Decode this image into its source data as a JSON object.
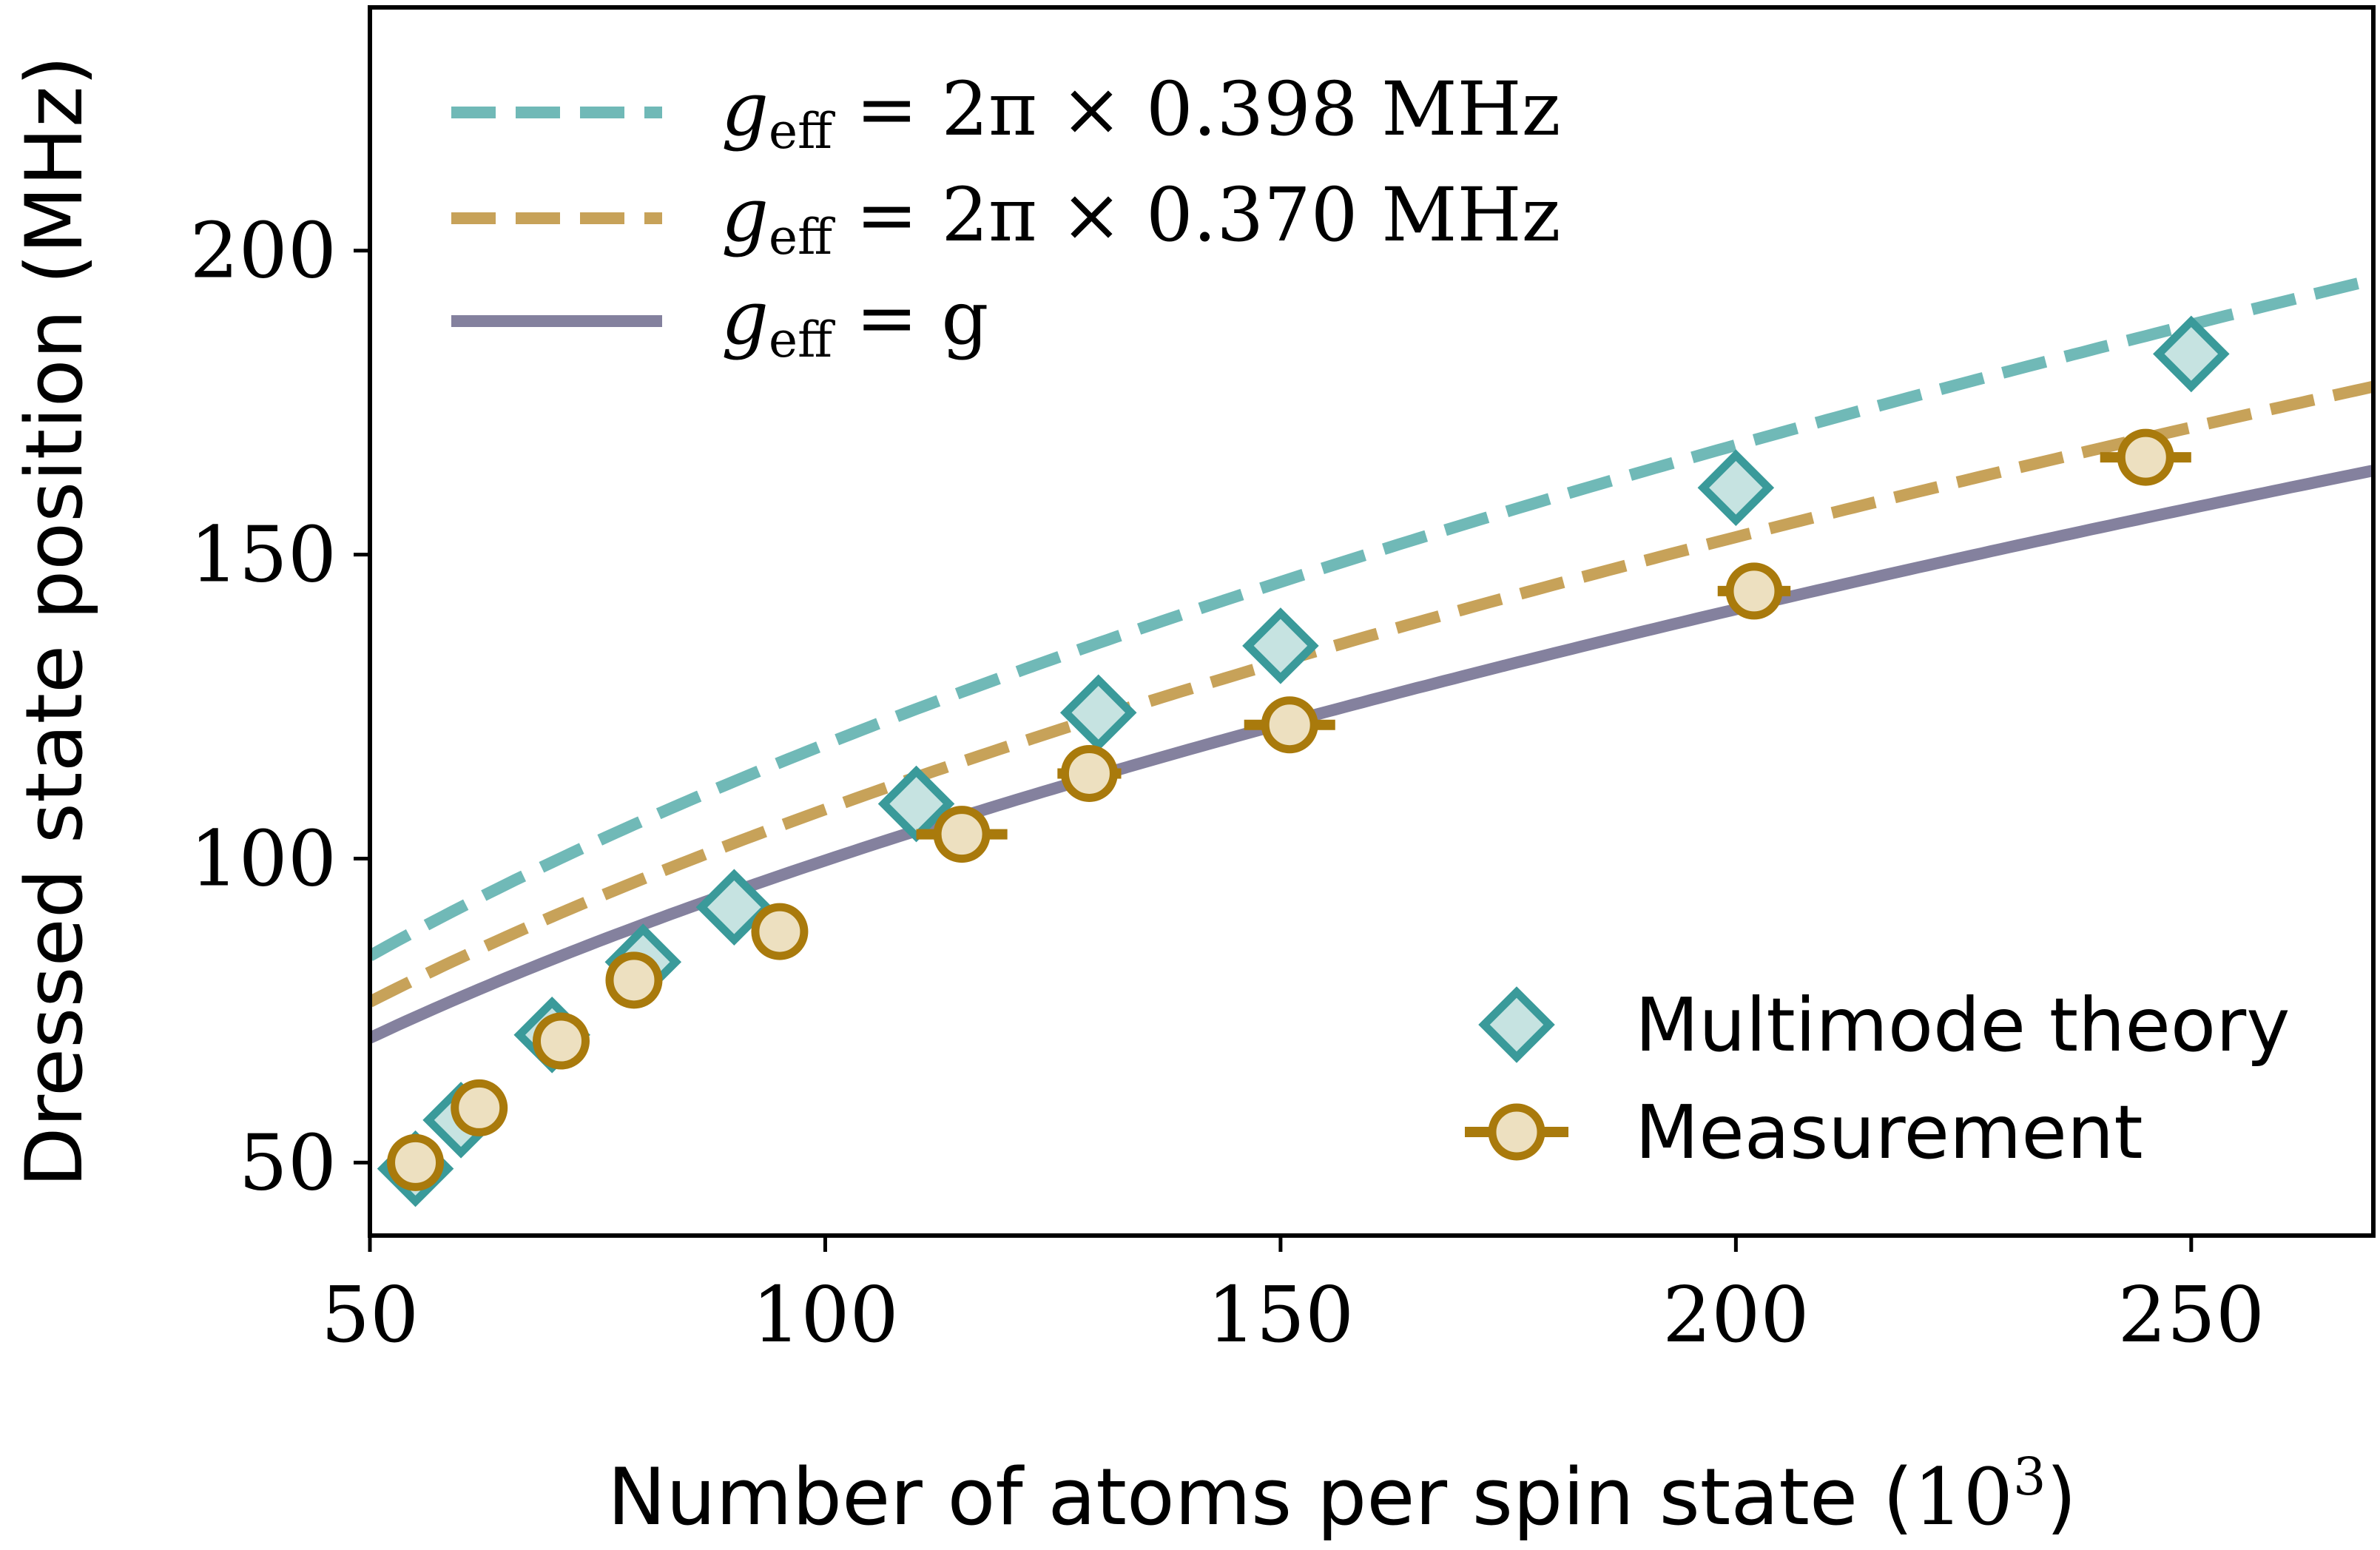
{
  "chart_data": {
    "type": "scatter",
    "xlabel_main": "Number of atoms per spin state (",
    "xlabel_unit": "10",
    "xlabel_exp": "3",
    "xlabel_close": ")",
    "ylabel": "Dressed state position (MHz)",
    "xlim": [
      50,
      270
    ],
    "ylim": [
      38,
      240
    ],
    "xticks": [
      50,
      100,
      150,
      200,
      250
    ],
    "yticks": [
      50,
      100,
      150,
      200
    ],
    "colors": {
      "teal": "#3a9a9a",
      "teal_fill": "#c6e3e1",
      "teal_line": "#70b9b7",
      "gold": "#a97a0c",
      "gold_fill": "#ede0c0",
      "gold_line": "#c7a259",
      "gray_line": "#84819e"
    },
    "lines": [
      {
        "name_sym": "g",
        "name_sub": "eff",
        "name_rest": " = 2π × 0.398 MHz",
        "coef": 11.88,
        "style": "dashed",
        "color_key": "teal_line"
      },
      {
        "name_sym": "g",
        "name_sub": "eff",
        "name_rest": " = 2π × 0.370 MHz",
        "coef": 10.81,
        "style": "dashed",
        "color_key": "gold_line"
      },
      {
        "name_sym": "g",
        "name_sub": "eff",
        "name_rest": " = g",
        "coef": 9.97,
        "style": "solid",
        "color_key": "gray_line"
      }
    ],
    "series": [
      {
        "name": "Multimode theory",
        "marker": "diamond",
        "x": [
          55,
          60,
          70,
          80,
          90,
          110,
          130,
          150,
          200,
          250
        ],
        "y": [
          49,
          57,
          71,
          83,
          92,
          109,
          124,
          135,
          161,
          183
        ]
      },
      {
        "name": "Measurement",
        "marker": "circle",
        "x": [
          55,
          62,
          71,
          79,
          95,
          115,
          129,
          151,
          202,
          245
        ],
        "y": [
          50,
          59,
          70,
          80,
          88,
          104,
          114,
          122,
          144,
          166
        ],
        "xerr": [
          1,
          1,
          1,
          1,
          1.5,
          5,
          3.5,
          5,
          4,
          5
        ]
      }
    ]
  }
}
